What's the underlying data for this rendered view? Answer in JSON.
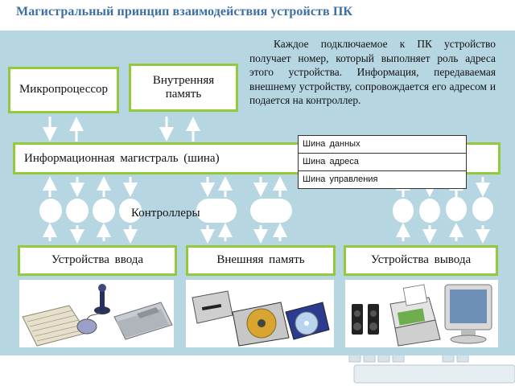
{
  "title": "Магистральный принцип взаимодействия устройств ПК",
  "description": "Каждое подключаемое к ПК устройство получает номер, который выполняет роль адреса этого устройства. Информация, передаваемая внешнему устройству, сопровождается его адресом и подается на контроллер.",
  "boxes": {
    "cpu": "Микропроцессор",
    "internal_memory": "Внутренняя память",
    "input_devices": "Устройства ввода",
    "external_memory": "Внешняя память",
    "output_devices": "Устройства вывода"
  },
  "bus": {
    "label": "Информационная магистраль (шина)"
  },
  "legend": [
    "Шина данных",
    "Шина адреса",
    "Шина управления"
  ],
  "controllers_label": "Контроллеры",
  "images": {
    "input": [
      "keyboard-icon",
      "joystick-icon",
      "mouse-icon",
      "scanner-icon"
    ],
    "storage": [
      "floppy-drive-icon",
      "hard-disk-icon",
      "cd-disk-icon"
    ],
    "output": [
      "speakers-icon",
      "printer-icon",
      "monitor-icon"
    ]
  },
  "colors": {
    "panel": "#b6d6e2",
    "box_border": "#93c93a",
    "title": "#3b6fa6"
  }
}
